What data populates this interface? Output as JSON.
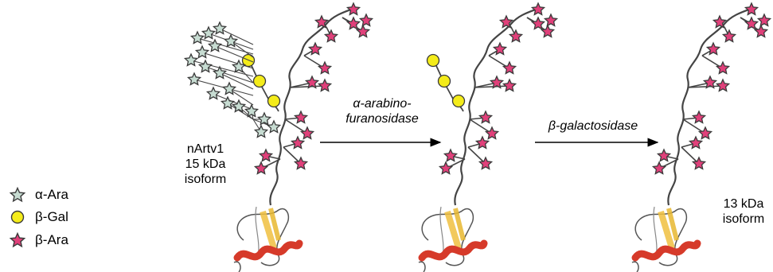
{
  "legend": [
    {
      "symbol": "alpha-ara-star-icon",
      "label": "α-Ara",
      "color": "#c7dcd2"
    },
    {
      "symbol": "beta-gal-circle-icon",
      "label": "β-Gal",
      "color": "#f4ec1a"
    },
    {
      "symbol": "beta-ara-star-icon",
      "label": "β-Ara",
      "color": "#e0407a"
    }
  ],
  "labels": {
    "first_isoform": [
      "nArtv1",
      "15 kDa",
      "isoform"
    ],
    "enzyme_one": [
      "α-arabino-",
      "furanosidase"
    ],
    "enzyme_two": "β-galactosidase",
    "final_isoform": [
      "13 kDa",
      "isoform"
    ]
  },
  "colors": {
    "alpha_ara": "#c7dcd2",
    "beta_gal": "#f4ec1a",
    "beta_ara": "#e0407a",
    "outline": "#3a3a3a",
    "helix": "#d63a2a",
    "sheet": "#f0c040"
  }
}
